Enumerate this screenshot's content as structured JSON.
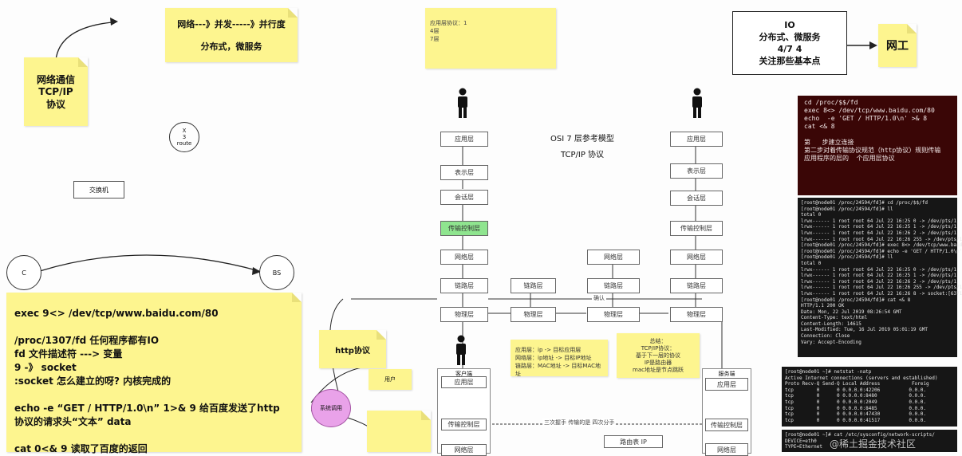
{
  "notes": {
    "top_center": [
      "网络---》并发-----》并行度",
      "分布式，微服务"
    ],
    "network": [
      "网络通信",
      "TCP/IP",
      "协议"
    ],
    "layers_note": [
      "应用层协议：1",
      "4层",
      "7层"
    ],
    "osi_label": [
      "OSI  7 层参考模型",
      "TCP/IP  协议"
    ],
    "http": "http协议",
    "mapping": [
      "应用层：ip -> 目标应用层",
      "网络层：ip地址 -> 目标IP地址",
      "链路层：MAC地址 -> 目标MAC地址"
    ],
    "handshake": [
      "总结：",
      "TCP/IP协议：",
      "基于下一层的协议",
      "IP是路由器",
      "mac地址是节点跳跃"
    ],
    "bottom_left": [
      "exec  9<> /dev/tcp/www.baidu.com/80",
      "",
      "/proc/1307/fd   任何程序都有IO",
      "fd  文件描述符  --->  变量",
      "9  -》  socket",
      ":socket  怎么建立的呀?   内核完成的",
      "",
      "echo  -e   “GET / HTTP/1.0\\n”   1>&  9    给百度发送了http",
      "协议的请求头“文本”   data",
      "",
      "cat   0<& 9     读取了百度的返回"
    ]
  },
  "boxes": {
    "io": [
      "IO",
      "分布式、微服务",
      "4/7    4",
      "关注那些基本点"
    ],
    "net_worker": "网工",
    "switch": "交换机",
    "node_c": "C",
    "node_bs": "BS",
    "router": [
      "X",
      "3",
      "route"
    ],
    "sys_call": "系统调用",
    "user": "用户"
  },
  "osi": {
    "left_stack": [
      "应用层",
      "表示层",
      "会话层",
      "传输控制层",
      "网络层",
      "链路层",
      "物理层"
    ],
    "right_stack": [
      "应用层",
      "表示层",
      "会话层",
      "传输控制层",
      "网络层",
      "链路层",
      "物理层"
    ],
    "mid_left": [
      "链路层",
      "物理层"
    ],
    "mid_right": [
      "网络层",
      "链路层",
      "物理层"
    ],
    "lower_left_title": "客户端",
    "lower_right_title": "服务端",
    "lower_left": [
      "应用层",
      "传输控制层",
      "网络层"
    ],
    "lower_right": [
      "应用层",
      "传输控制层",
      "网络层"
    ],
    "mid_labels": [
      "确认",
      "三次握手 传输的是 四次分手",
      "路由表  IP"
    ]
  },
  "terminals": {
    "t1": [
      "cd /proc/$$/fd",
      "exec 8<> /dev/tcp/www.baidu.com/80",
      "echo  -e 'GET / HTTP/1.0\\n' >& 8",
      "cat <& 8",
      "",
      "第   步建立连接",
      "第二步对着传输协议规范（http协议）规则传输",
      "应用程序的层的  个应用层协议"
    ],
    "t2": [
      "[root@node01 /proc/24594/fd]# cd /proc/$$/fd",
      "[root@node01 /proc/24594/fd]# ll",
      "total 0",
      "lrwx------ 1 root root 64 Jul 22 16:25 0 -> /dev/pts/1",
      "lrwx------ 1 root root 64 Jul 22 16:25 1 -> /dev/pts/1",
      "lrwx------ 1 root root 64 Jul 22 16:26 2 -> /dev/pts/1",
      "lrwx------ 1 root root 64 Jul 22 16:26 255 -> /dev/pts/1",
      "[root@node01 /proc/24594/fd]# exec 8<> /dev/tcp/www.baid",
      "[root@node01 /proc/24594/fd]# echo -e 'GET / HTTP/1.0\\n'",
      "[root@node01 /proc/24594/fd]# ll",
      "total 0",
      "lrwx------ 1 root root 64 Jul 22 16:25 0 -> /dev/pts/1",
      "lrwx------ 1 root root 64 Jul 22 16:25 1 -> /dev/pts/1",
      "lrwx------ 1 root root 64 Jul 22 16:26 2 -> /dev/pts/1",
      "lrwx------ 1 root root 64 Jul 22 16:26 255 -> /dev/pts/1",
      "lrwx------ 1 root root 64 Jul 22 16:26 8 -> socket:[6371",
      "[root@node01 /proc/24594/fd]# cat <& 8",
      "HTTP/1.1 200 OK",
      "Date: Mon, 22 Jul 2019 08:26:54 GMT",
      "Content-Type: text/html",
      "Content-Length: 14615",
      "Last-Modified: Tue, 16 Jul 2019 05:01:19 GMT",
      "Connection: Close",
      "Vary: Accept-Encoding"
    ],
    "t3": [
      "[root@node01 ~]# netstat -natp",
      "Active Internet connections (servers and established)",
      "Proto Recv-Q Send-Q Local Address           Foreig",
      "tcp        0      0 0.0.0.0:42206          0.0.0.",
      "tcp        0      0 0.0.0.0:8480           0.0.0.",
      "tcp        0      0 0.0.0.0:2049           0.0.0.",
      "tcp        0      0 0.0.0.0:8485           0.0.0.",
      "tcp        0      0 0.0.0.0:47430          0.0.0.",
      "tcp        0      0 0.0.0.0:41517          0.0.0."
    ],
    "t4": [
      "[root@node01 ~]# cat /etc/sysconfig/network-scripts/",
      "DEVICE=eth0",
      "TYPE=Ethernet"
    ]
  },
  "watermark": "@稀土掘金技术社区",
  "colors": {
    "sticky": "#fdf58f",
    "green_box": "#8fe58f",
    "pink": "#e9a2e9",
    "terminal_dark": "#3a0606"
  }
}
